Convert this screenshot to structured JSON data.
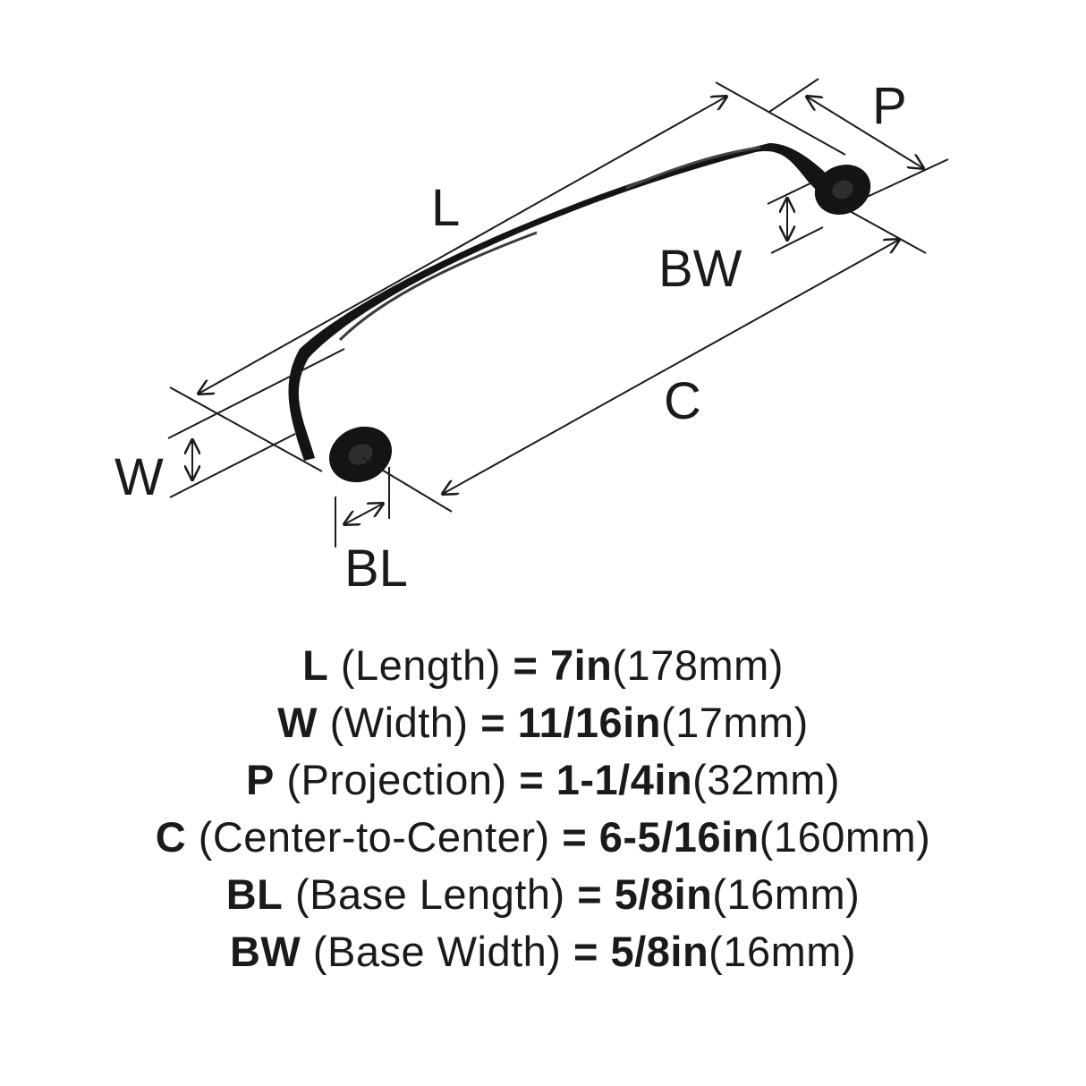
{
  "diagram": {
    "labels": {
      "L": "L",
      "P": "P",
      "BW": "BW",
      "C": "C",
      "W": "W",
      "BL": "BL"
    }
  },
  "specs": [
    {
      "code": "L",
      "name": "(Length)",
      "eq": "=",
      "inch": "7in",
      "mm": "(178mm)"
    },
    {
      "code": "W",
      "name": "(Width)",
      "eq": "=",
      "inch": "11/16in",
      "mm": "(17mm)"
    },
    {
      "code": "P",
      "name": "(Projection)",
      "eq": "=",
      "inch": "1-1/4in",
      "mm": "(32mm)"
    },
    {
      "code": "C",
      "name": "(Center-to-Center)",
      "eq": "=",
      "inch": "6-5/16in",
      "mm": "(160mm)"
    },
    {
      "code": "BL",
      "name": "(Base Length)",
      "eq": "=",
      "inch": "5/8in",
      "mm": "(16mm)"
    },
    {
      "code": "BW",
      "name": "(Base Width)",
      "eq": "=",
      "inch": "5/8in",
      "mm": "(16mm)"
    }
  ],
  "colors": {
    "ink": "#1a1a1a",
    "handle": "#141414"
  }
}
